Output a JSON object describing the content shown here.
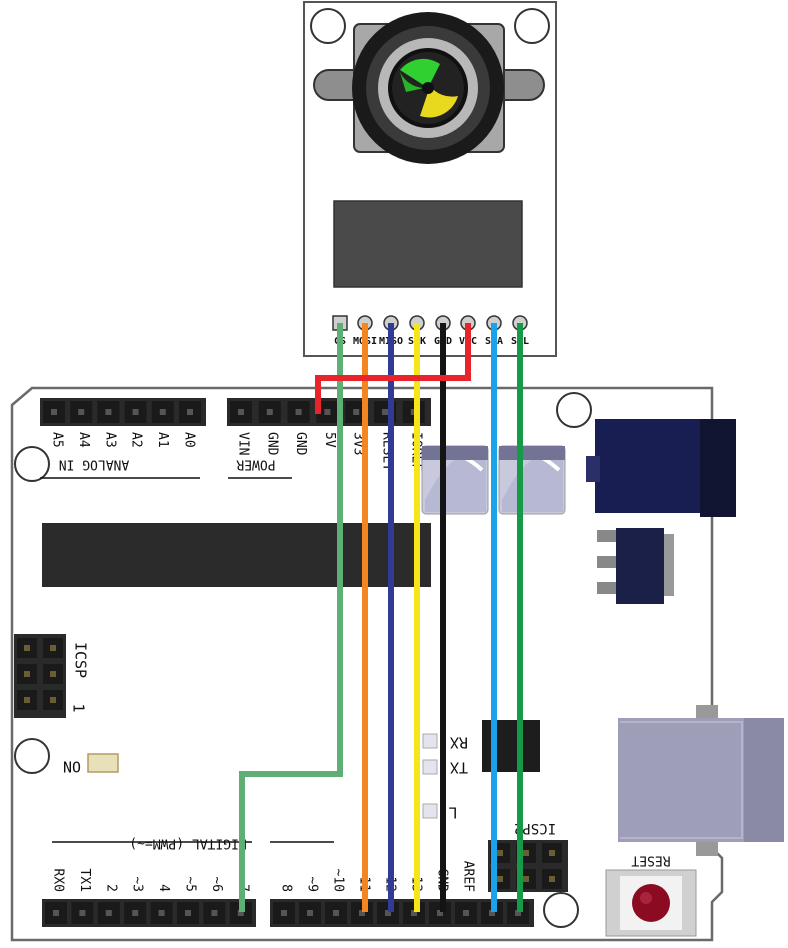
{
  "camera_module": {
    "pin_labels": [
      "CS",
      "MOSI",
      "MISO",
      "SCK",
      "GND",
      "VCC",
      "SDA",
      "SCL"
    ]
  },
  "board": {
    "analog_header": {
      "title": "ANALOG IN",
      "pins": [
        "A5",
        "A4",
        "A3",
        "A2",
        "A1",
        "A0"
      ]
    },
    "power_header": {
      "title": "POWER",
      "pins": [
        "VIN",
        "GND",
        "GND",
        "5V",
        "3V3",
        "RESET",
        "IOREF"
      ]
    },
    "icsp_label": "ICSP",
    "icsp_pin1": "1",
    "icsp2_label": "ICSP2",
    "on_label": "ON",
    "rx_label": "RX",
    "tx_label": "TX",
    "l_label": "L",
    "reset_label": "RESET",
    "digital_title": "DIGITAL (PWM=~)",
    "digital_pins_low": [
      "RX0",
      "TX1",
      "2",
      "~3",
      "4",
      "~5",
      "~6",
      "7"
    ],
    "digital_pins_high": [
      "8",
      "~9",
      "~10",
      "~11",
      "12",
      "13",
      "GND",
      "AREF"
    ]
  },
  "colors": {
    "wire_cs": "#5fae75",
    "wire_mosi": "#f5861f",
    "wire_miso": "#2f3b95",
    "wire_sck": "#f5e51a",
    "wire_gnd": "#141414",
    "wire_vcc": "#e8232a",
    "wire_sda": "#1aa3e8",
    "wire_scl": "#159a48",
    "header": "#2a2a2a",
    "jack": "#181d52"
  }
}
